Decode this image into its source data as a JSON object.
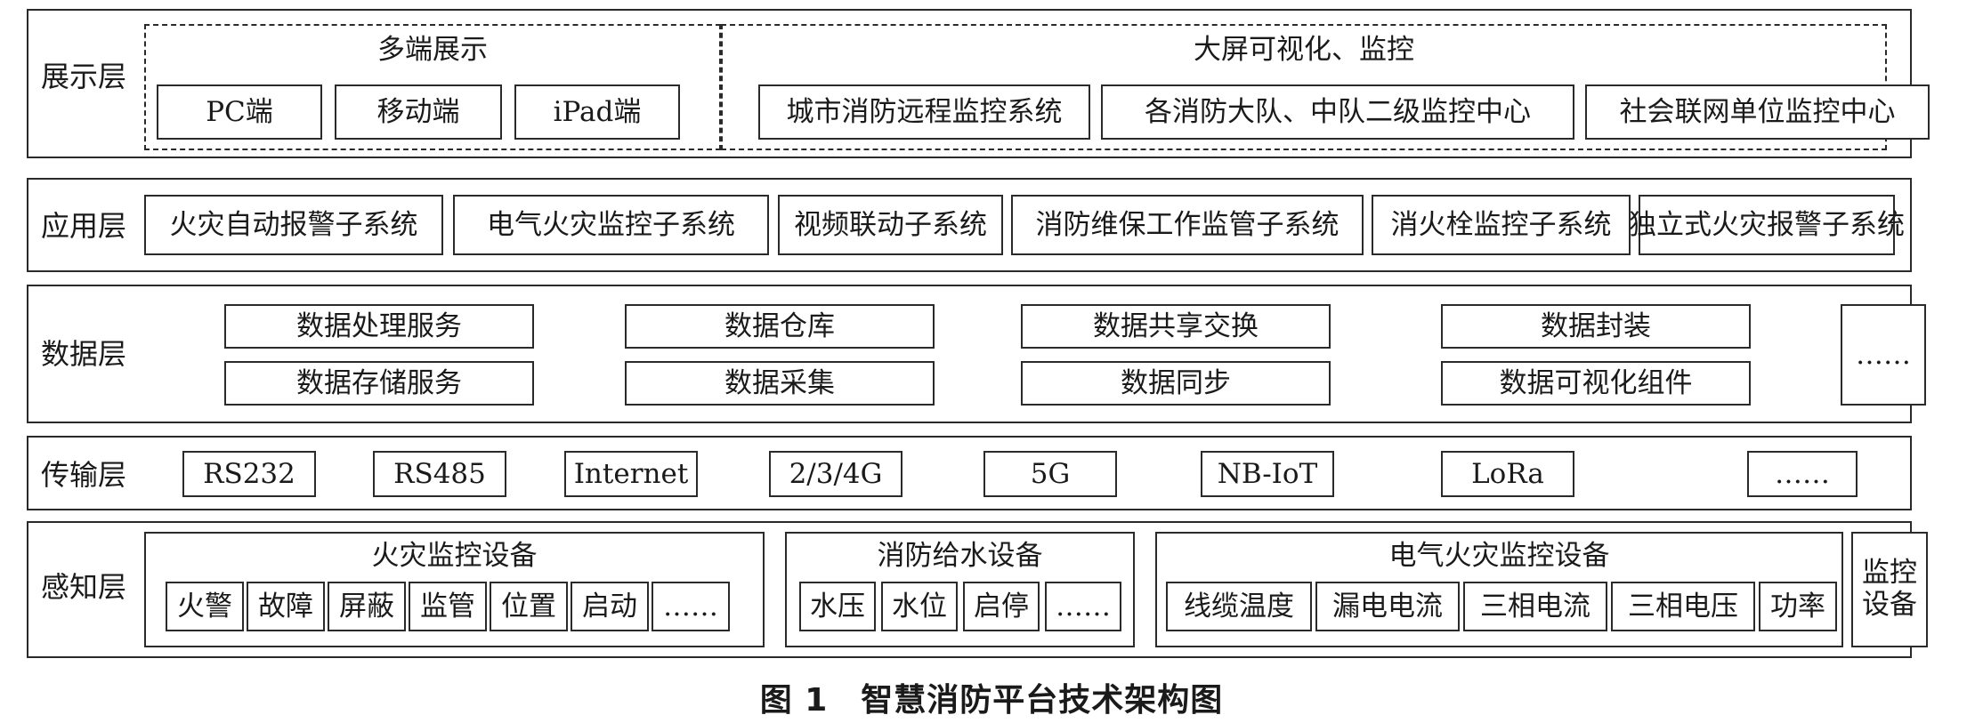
{
  "layers": {
    "display": {
      "label": "展示层",
      "multi_terminal": {
        "title": "多端展示",
        "items": [
          "PC端",
          "移动端",
          "iPad端"
        ]
      },
      "big_screen": {
        "title": "大屏可视化、监控",
        "items": [
          "城市消防远程监控系统",
          "各消防大队、中队二级监控中心",
          "社会联网单位监控中心"
        ]
      }
    },
    "application": {
      "label": "应用层",
      "items": [
        "火灾自动报警子系统",
        "电气火灾监控子系统",
        "视频联动子系统",
        "消防维保工作监管子系统",
        "消火栓监控子系统",
        "独立式火灾报警子系统"
      ]
    },
    "data": {
      "label": "数据层",
      "row1": [
        "数据处理服务",
        "数据仓库",
        "数据共享交换",
        "数据封装"
      ],
      "row2": [
        "数据存储服务",
        "数据采集",
        "数据同步",
        "数据可视化组件"
      ],
      "more": "……"
    },
    "transport": {
      "label": "传输层",
      "items": [
        "RS232",
        "RS485",
        "Internet",
        "2/3/4G",
        "5G",
        "NB-IoT",
        "LoRa",
        "……"
      ]
    },
    "perception": {
      "label": "感知层",
      "fire_monitor": {
        "title": "火灾监控设备",
        "items": [
          "火警",
          "故障",
          "屏蔽",
          "监管",
          "位置",
          "启动",
          "……"
        ]
      },
      "water_supply": {
        "title": "消防给水设备",
        "items": [
          "水压",
          "水位",
          "启停",
          "……"
        ]
      },
      "electric_fire": {
        "title": "电气火灾监控设备",
        "items": [
          "线缆温度",
          "漏电电流",
          "三相电流",
          "三相电压",
          "功率"
        ]
      },
      "monitor_device": {
        "line1": "监控",
        "line2": "设备"
      }
    }
  },
  "caption": "图 1　智慧消防平台技术架构图"
}
